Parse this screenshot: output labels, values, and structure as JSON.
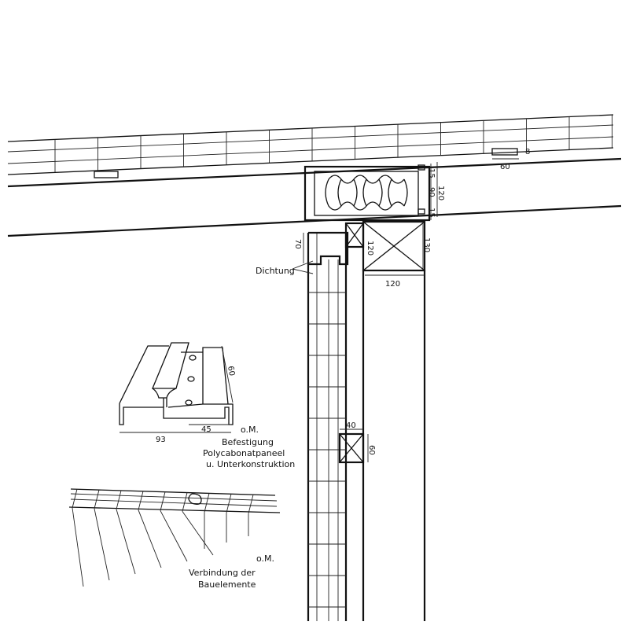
{
  "dimensions": {
    "clip_height": "8",
    "clip_width": "60",
    "top_flange": "15",
    "insulation": "90",
    "bottom_flange": "15",
    "beam_depth": "120",
    "post_head": "130",
    "small_post": "120",
    "post_width": "120",
    "column_head": "70",
    "block_width": "40",
    "block_height": "60",
    "profile_height": "60",
    "profile_inner": "45",
    "profile_width": "93"
  },
  "labels": {
    "seal": "Dichtung",
    "detail1_scale": "o.M.",
    "detail1_title_1": "Befestigung",
    "detail1_title_2": "Polycabonatpaneel",
    "detail1_title_3": "u. Unterkonstruktion",
    "detail2_scale": "o.M.",
    "detail2_title_1": "Verbindung der",
    "detail2_title_2": "Bauelemente"
  }
}
